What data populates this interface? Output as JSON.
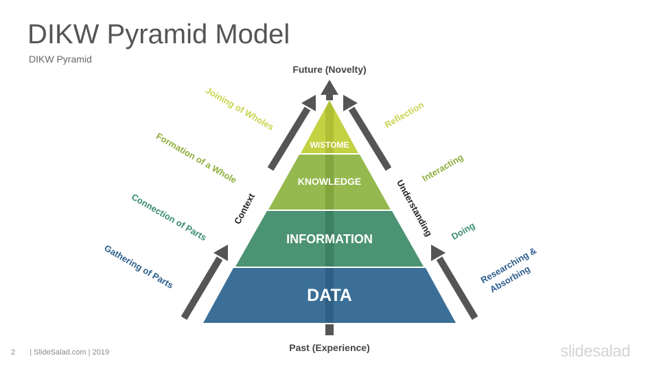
{
  "header": {
    "title": "DIKW Pyramid Model",
    "subtitle": "DIKW Pyramid"
  },
  "axis": {
    "top": "Future (Novelty)",
    "bottom": "Past (Experience)",
    "left": "Context",
    "right": "Understanding"
  },
  "levels": [
    {
      "label": "WISTOME",
      "color": "#c3d243"
    },
    {
      "label": "KNOWLEDGE",
      "color": "#95b94e"
    },
    {
      "label": "INFORMATION",
      "color": "#4b9373"
    },
    {
      "label": "DATA",
      "color": "#3b6f97"
    }
  ],
  "left_labels": [
    {
      "text": "Joining of Wholes",
      "color": "#c8d44e"
    },
    {
      "text": "Formation of a Whole",
      "color": "#8faf3e"
    },
    {
      "text": "Connection of Parts",
      "color": "#3b8e6e"
    },
    {
      "text": "Gathering of Parts",
      "color": "#2c5e8c"
    }
  ],
  "right_labels": [
    {
      "text": "Reflection",
      "color": "#c8d44e"
    },
    {
      "text": "Interacting",
      "color": "#8faf3e"
    },
    {
      "text": "Doing",
      "color": "#3b8e6e"
    },
    {
      "text": "Researching &",
      "color": "#2c5e8c"
    },
    {
      "text": "Absorbing",
      "color": "#2c5e8c"
    }
  ],
  "footer": {
    "page": "2",
    "text": "| SlideSalad.com | 2019"
  },
  "logo": "slidesalad",
  "colors": {
    "arrow": "#555555",
    "axis_text": "#444444"
  }
}
